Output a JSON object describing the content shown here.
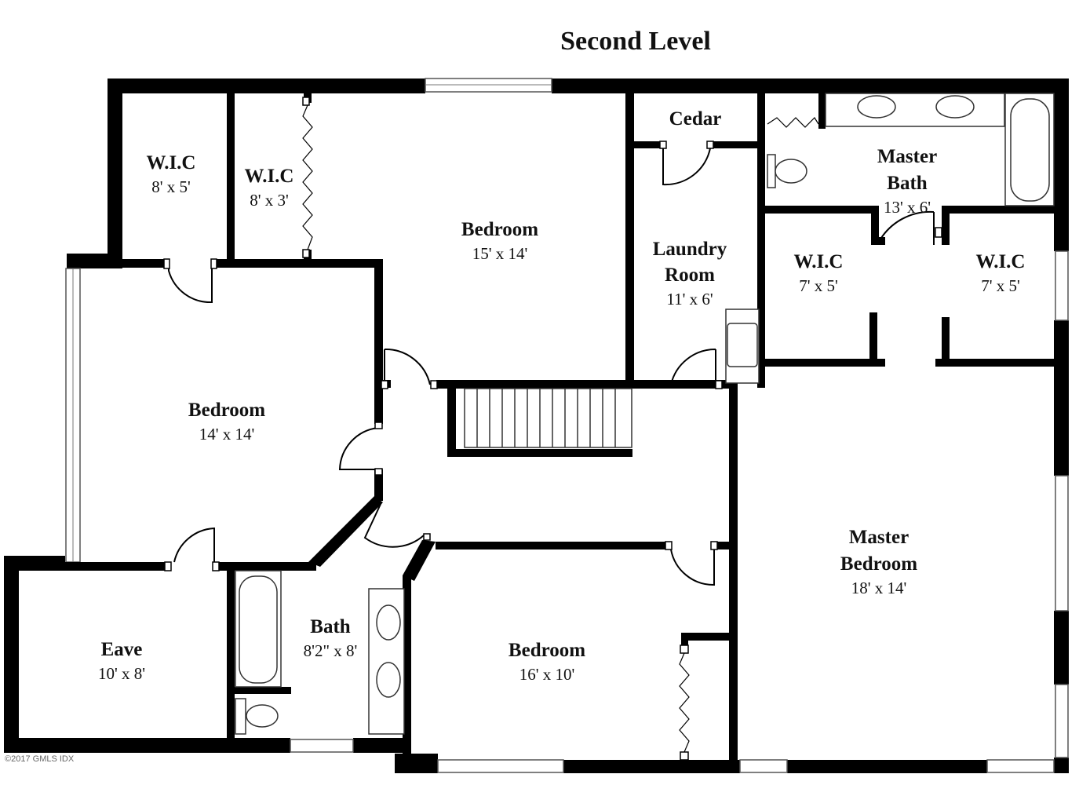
{
  "title": "Second Level",
  "copyright": "©2017 GMLS IDX",
  "rooms": {
    "wic_1": {
      "name": "W.I.C",
      "size": "8' x 5'"
    },
    "wic_2": {
      "name": "W.I.C",
      "size": "8' x 3'"
    },
    "bedroom_top": {
      "name": "Bedroom",
      "size": "15' x 14'"
    },
    "cedar": {
      "name": "Cedar"
    },
    "laundry": {
      "name_line1": "Laundry",
      "name_line2": "Room",
      "size": "11' x 6'"
    },
    "master_bath": {
      "name_line1": "Master",
      "name_line2": "Bath",
      "size": "13' x 6'"
    },
    "wic_3": {
      "name": "W.I.C",
      "size": "7' x 5'"
    },
    "wic_4": {
      "name": "W.I.C",
      "size": "7' x 5'"
    },
    "bedroom_left": {
      "name": "Bedroom",
      "size": "14' x 14'"
    },
    "master_bedroom": {
      "name_line1": "Master",
      "name_line2": "Bedroom",
      "size": "18' x 14'"
    },
    "eave": {
      "name": "Eave",
      "size": "10' x 8'"
    },
    "bath": {
      "name": "Bath",
      "size": "8'2\" x 8'"
    },
    "bedroom_bottom": {
      "name": "Bedroom",
      "size": "16' x 10'"
    }
  }
}
